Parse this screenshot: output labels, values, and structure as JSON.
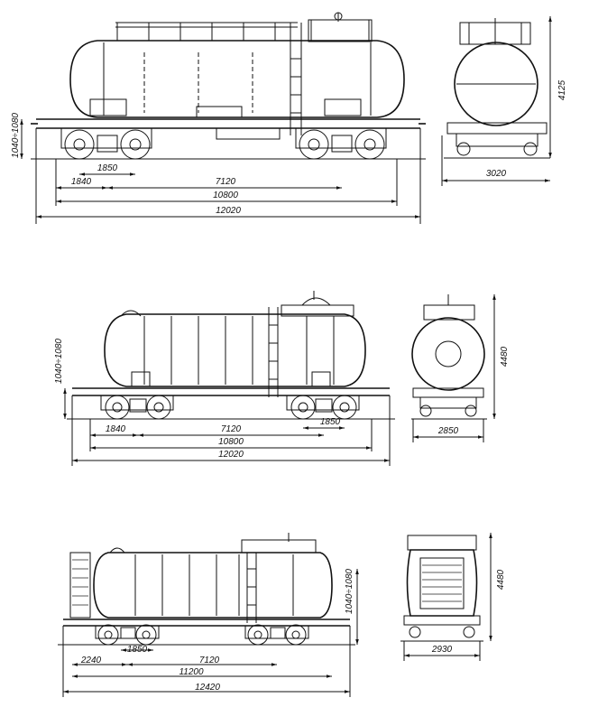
{
  "figures": [
    {
      "id": "tank-car-1",
      "side_view": {
        "height_range_label": "1040÷1080",
        "bogie_base_label": "1850",
        "overhang_label": "1840",
        "bogie_centres_label": "7120",
        "frame_length_label": "10800",
        "overall_length_label": "12020"
      },
      "end_view": {
        "height_label": "4125",
        "width_label": "3020"
      }
    },
    {
      "id": "tank-car-2",
      "side_view": {
        "height_range_label": "1040÷1080",
        "bogie_base_label": "1850",
        "overhang_label": "1840",
        "bogie_centres_label": "7120",
        "frame_length_label": "10800",
        "overall_length_label": "12020"
      },
      "end_view": {
        "height_label": "4480",
        "width_label": "2850"
      }
    },
    {
      "id": "tank-car-3",
      "side_view": {
        "height_range_label": "1040÷1080",
        "bogie_base_label": "1850",
        "overhang_label": "2240",
        "bogie_centres_label": "7120",
        "frame_length_label": "11200",
        "overall_length_label": "12420"
      },
      "end_view": {
        "height_label": "4480",
        "width_label": "2930"
      }
    }
  ]
}
